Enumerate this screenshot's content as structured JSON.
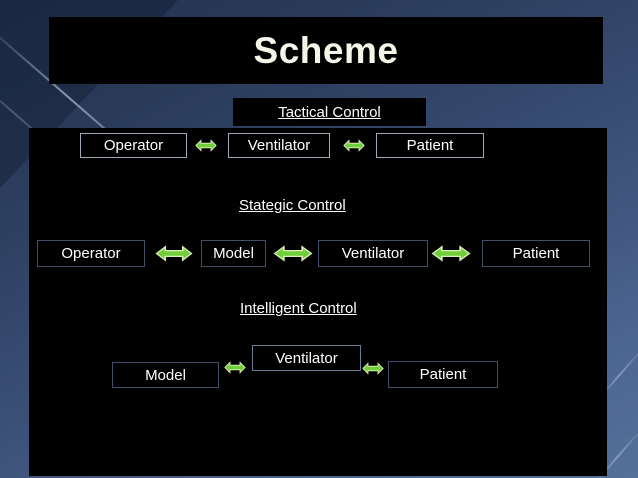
{
  "title": "Scheme",
  "tactical": {
    "label": "Tactical Control",
    "boxes": [
      "Operator",
      "Ventilator",
      "Patient"
    ]
  },
  "strategic": {
    "label": "Stategic Control",
    "boxes": [
      "Operator",
      "Model",
      "Ventilator",
      "Patient"
    ]
  },
  "intelligent": {
    "label": "Intelligent Control",
    "boxes": [
      "Model",
      "Ventilator",
      "Patient"
    ]
  },
  "colors": {
    "arrow_green": "#6fce3a",
    "arrow_outline": "#d9efb4",
    "title_text": "#f2f7e8",
    "panel_background": "#000000",
    "slide_background_top": "#223250",
    "slide_background_bottom": "#547098",
    "box_border_light": "#9fa9ba",
    "box_border_dark": "#40506b"
  }
}
